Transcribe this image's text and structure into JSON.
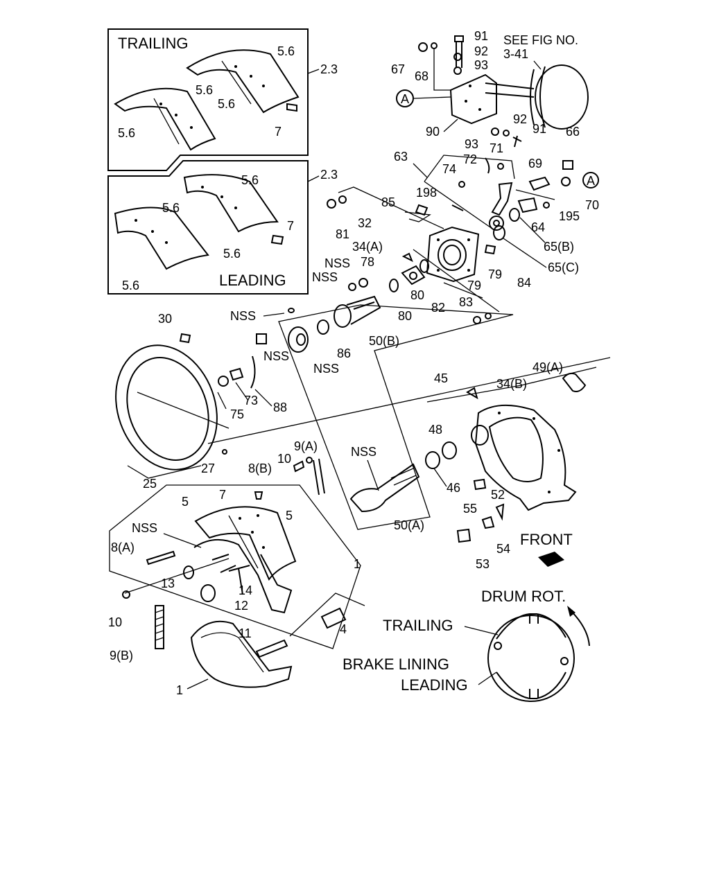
{
  "labels": {
    "trailing_box": "TRAILING",
    "leading_box": "LEADING",
    "see_fig_1": "SEE FIG NO.",
    "see_fig_2": "3-41",
    "front": "FRONT",
    "drum_rot": "DRUM ROT.",
    "legend_trailing": "TRAILING",
    "legend_brake_lining": "BRAKE LINING",
    "legend_leading": "LEADING",
    "circle_a": "A"
  },
  "callouts": {
    "c_91a": "91",
    "c_92a": "92",
    "c_93a": "93",
    "c_67": "67",
    "c_68": "68",
    "c_90": "90",
    "c_92b": "92",
    "c_91b": "91",
    "c_93b": "93",
    "c_71": "71",
    "c_66": "66",
    "c_63": "63",
    "c_74": "74",
    "c_72": "72",
    "c_69": "69",
    "c_70": "70",
    "c_198": "198",
    "c_85": "85",
    "c_195": "195",
    "c_64": "64",
    "c_65b": "65(B)",
    "c_65c": "65(C)",
    "c_84": "84",
    "c_79a": "79",
    "c_79b": "79",
    "c_81": "81",
    "c_32": "32",
    "c_34a": "34(A)",
    "c_78": "78",
    "c_nss1": "NSS",
    "c_nss2": "NSS",
    "c_80a": "80",
    "c_80b": "80",
    "c_83": "83",
    "c_82": "82",
    "c_56_1": "5.6",
    "c_56_2": "5.6",
    "c_56_3": "5.6",
    "c_56_4": "5.6",
    "c_56_5": "5.6",
    "c_56_6": "5.6",
    "c_56_7": "5.6",
    "c_56_8": "5.6",
    "c_23a": "2.3",
    "c_23b": "2.3",
    "c_7a": "7",
    "c_7b": "7",
    "c_nss3": "NSS",
    "c_30": "30",
    "c_nss4": "NSS",
    "c_86": "86",
    "c_nss5": "NSS",
    "c_50b": "50(B)",
    "c_75": "75",
    "c_73": "73",
    "c_88": "88",
    "c_49a": "49(A)",
    "c_45": "45",
    "c_34b": "34(B)",
    "c_48": "48",
    "c_nss6": "NSS",
    "c_9a": "9(A)",
    "c_10a": "10",
    "c_8b": "8(B)",
    "c_27": "27",
    "c_25": "25",
    "c_46": "46",
    "c_52": "52",
    "c_55": "55",
    "c_54": "54",
    "c_53": "53",
    "c_50a": "50(A)",
    "c_7c": "7",
    "c_5a": "5",
    "c_5b": "5",
    "c_nss7": "NSS",
    "c_8a": "8(A)",
    "c_1a": "1",
    "c_13": "13",
    "c_14": "14",
    "c_12": "12",
    "c_10b": "10",
    "c_4": "4",
    "c_11": "11",
    "c_9b": "9(B)",
    "c_1b": "1"
  }
}
